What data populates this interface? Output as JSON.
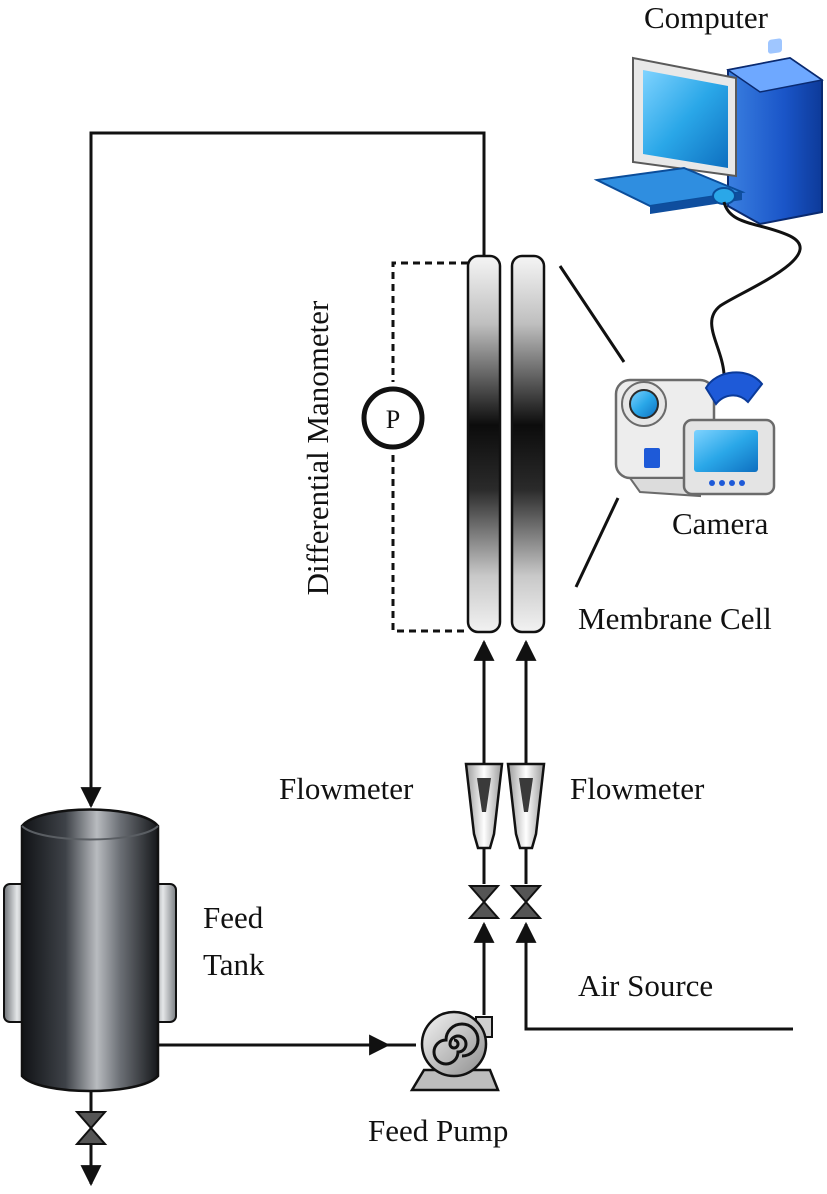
{
  "labels": {
    "computer": "Computer",
    "manometer": "Differential Manometer",
    "gauge": "P",
    "camera": "Camera",
    "membrane_cell": "Membrane Cell",
    "flowmeter_left": "Flowmeter",
    "flowmeter_right": "Flowmeter",
    "feed_tank_line1": "Feed",
    "feed_tank_line2": "Tank",
    "air_source": "Air Source",
    "feed_pump": "Feed Pump"
  },
  "colors": {
    "line": "#111111",
    "screen": "#2aa7e8",
    "tank_dark": "#1c1e22",
    "tank_light": "#d9dbde",
    "device_body": "#f2f2f2",
    "device_accent": "#1e5ad8"
  },
  "icons": [
    "computer-icon",
    "camera-icon",
    "pressure-gauge-icon",
    "feed-pump-icon",
    "valve-icon",
    "flowmeter-icon"
  ]
}
